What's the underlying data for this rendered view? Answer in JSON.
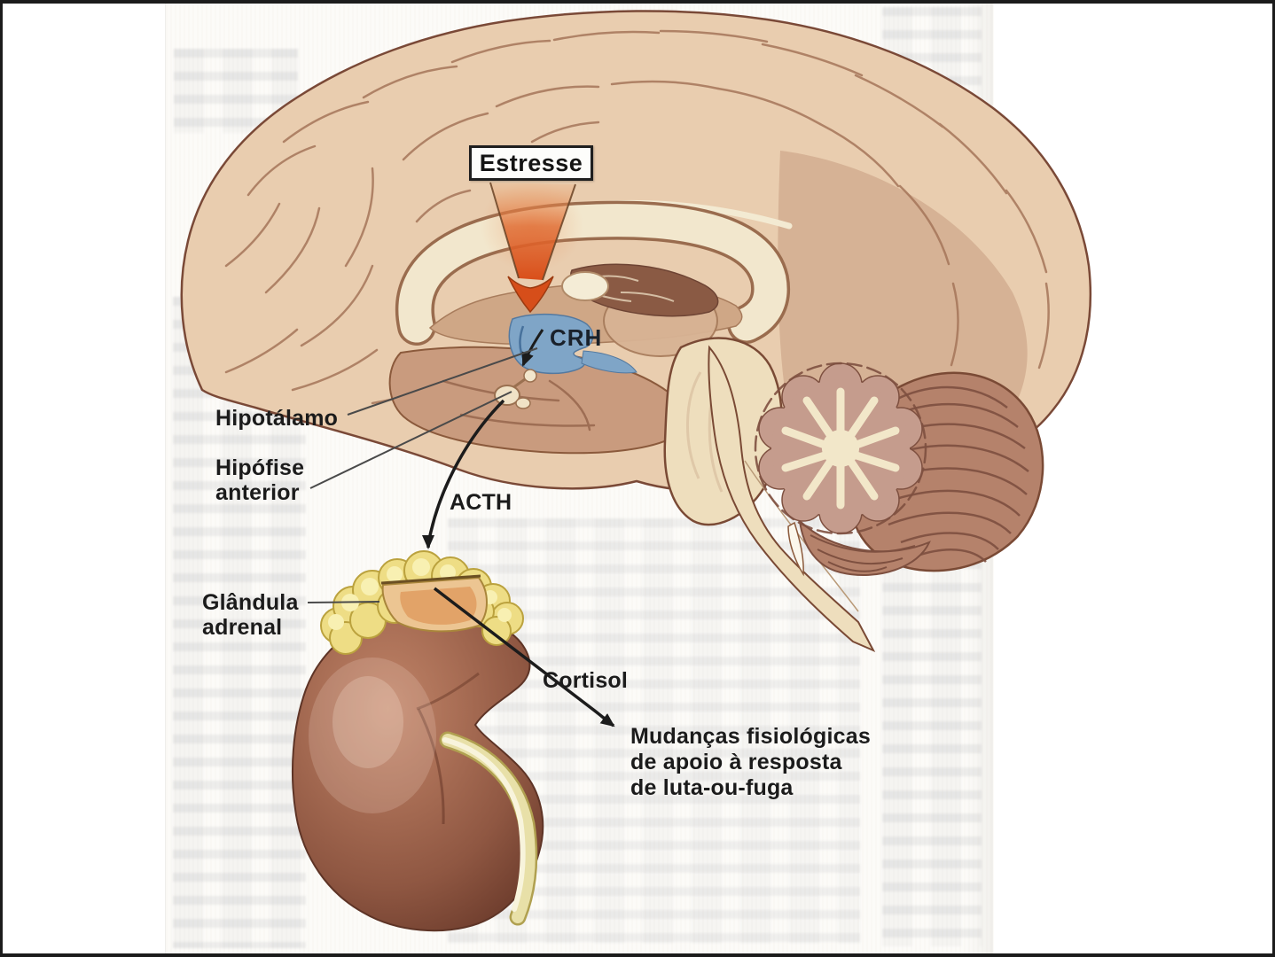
{
  "diagram": {
    "title_box": "Estresse",
    "labels": {
      "crh": "CRH",
      "hypothalamus": "Hipotálamo",
      "anterior_pituitary": [
        "Hipófise",
        "anterior"
      ],
      "acth": "ACTH",
      "adrenal_gland": [
        "Glândula",
        "adrenal"
      ],
      "cortisol": "Cortisol",
      "outcome": [
        "Mudanças fisiológicas",
        "de apoio à resposta",
        "de luta-ou-fuga"
      ]
    },
    "colors": {
      "stress_arrow_orange": "#d9541e",
      "hypothalamus_blue": "#7fa5c7",
      "adrenal_yellow": "#eedd85",
      "kidney_brown": "#9c5f4a",
      "brain_beige": "#e9cdaf",
      "cerebellum_mauve": "#c59c8d",
      "label_text": "#1b1b1b",
      "arrow_black": "#1c1c1c"
    }
  }
}
